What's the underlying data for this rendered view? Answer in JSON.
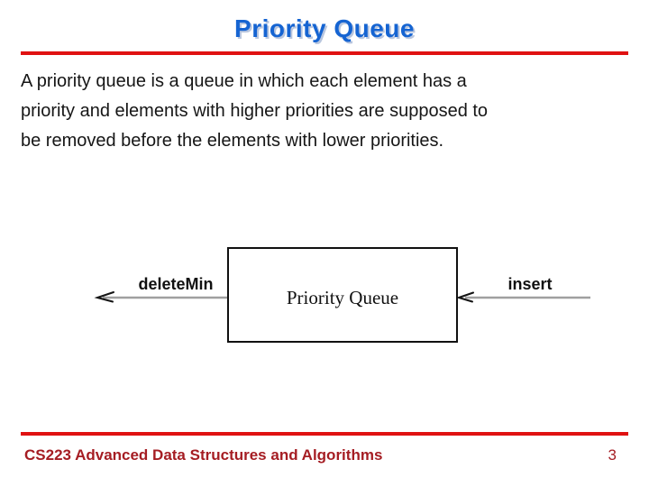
{
  "slide": {
    "title": "Priority Queue",
    "body_lines": [
      "A priority queue is a queue in which each element has a",
      "priority and elements with higher priorities are supposed to",
      "be removed before the elements with lower priorities."
    ]
  },
  "diagram": {
    "box_label": "Priority Queue",
    "delete_label": "deleteMin",
    "insert_label": "insert"
  },
  "footer": {
    "course": "CS223 Advanced Data Structures and Algorithms",
    "page_number": "3"
  },
  "colors": {
    "title_blue": "#1564d2",
    "accent_red": "#e01111",
    "footer_red": "#a51d23",
    "arrow_gray": "#a0a0a0"
  }
}
